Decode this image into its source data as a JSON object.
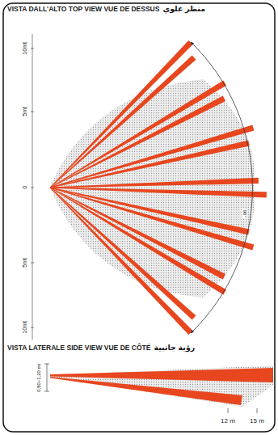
{
  "diagram": {
    "labels": [
      "VISTA DALL'ALTO TOP VIEW VUE DE DESSUS",
      "منظر علوي",
      "10mt",
      "5mt",
      "0",
      "5mt",
      "10mt",
      "90°",
      "VISTA LATERALE SIDE VIEW VUE DE CÔTÉ",
      "رؤية جانبية",
      "0,80÷1,20 mt",
      "12 m",
      "15 m"
    ]
  }
}
